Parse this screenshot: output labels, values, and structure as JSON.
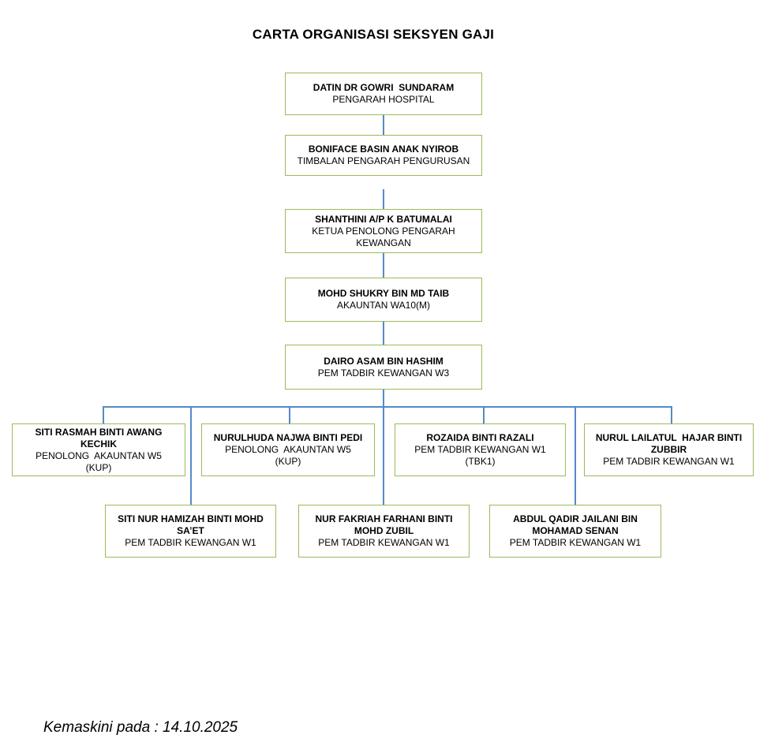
{
  "title": "CARTA ORGANISASI SEKSYEN GAJI",
  "footer": "Kemaskini pada : 14.10.2025",
  "colors": {
    "box_border": "#9BBB59",
    "connector": "#5589C8",
    "text": "#000000",
    "background": "#FFFFFF"
  },
  "org": {
    "chain": [
      {
        "name": "DATIN DR GOWRI  SUNDARAM",
        "sub": "PENGARAH HOSPITAL"
      },
      {
        "name": "BONIFACE BASIN ANAK NYIROB",
        "sub": "TIMBALAN PENGARAH PENGURUSAN"
      },
      {
        "name": "SHANTHINI A/P K BATUMALAI",
        "sub": "KETUA PENOLONG PENGARAH\nKEWANGAN"
      },
      {
        "name": "MOHD SHUKRY BIN MD TAIB",
        "sub": "AKAUNTAN WA10(M)"
      },
      {
        "name": "DAIRO ASAM BIN HASHIM",
        "sub": "PEM TADBIR KEWANGAN W3"
      }
    ],
    "row1": [
      {
        "name": "SITI RASMAH BINTI AWANG\nKECHIK",
        "sub": "PENOLONG  AKAUNTAN W5\n(KUP)"
      },
      {
        "name": "NURULHUDA NAJWA BINTI PEDI",
        "sub": "PENOLONG  AKAUNTAN W5\n(KUP)"
      },
      {
        "name": "ROZAIDA BINTI RAZALI",
        "sub": "PEM TADBIR KEWANGAN W1\n(TBK1)"
      },
      {
        "name": "NURUL LAILATUL  HAJAR BINTI\nZUBBIR",
        "sub": "PEM TADBIR KEWANGAN W1"
      }
    ],
    "row2": [
      {
        "name": "SITI NUR HAMIZAH BINTI MOHD\nSA’ET",
        "sub": "PEM TADBIR KEWANGAN W1"
      },
      {
        "name": "NUR FAKRIAH FARHANI BINTI\nMOHD ZUBIL",
        "sub": "PEM TADBIR KEWANGAN W1"
      },
      {
        "name": "ABDUL QADIR JAILANI BIN\nMOHAMAD SENAN",
        "sub": "PEM TADBIR KEWANGAN W1"
      }
    ]
  }
}
